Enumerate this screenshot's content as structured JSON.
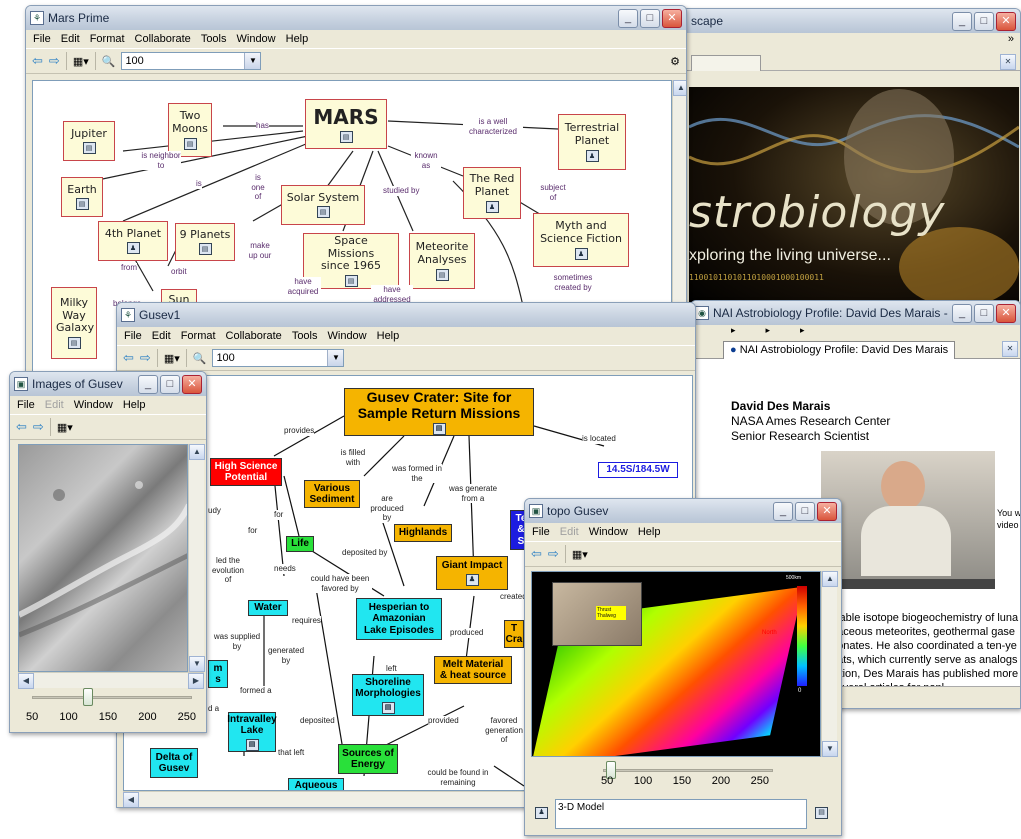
{
  "netscape": {
    "title": "scape",
    "banner_title": "strobiology",
    "banner_subtitle": "xploring the living universe...",
    "binary_text": "1100101101011010001000100011"
  },
  "mars": {
    "title": "Mars Prime",
    "menu": [
      "File",
      "Edit",
      "Format",
      "Collaborate",
      "Tools",
      "Window",
      "Help"
    ],
    "zoom": "100",
    "nodes": {
      "mars": "MARS",
      "jupiter": "Jupiter",
      "two_moons": "Two Moons",
      "terrestrial": "Terrestrial Planet",
      "earth": "Earth",
      "red_planet": "The Red Planet",
      "solar_system": "Solar System",
      "fourth_planet": "4th Planet",
      "nine_planets": "9 Planets",
      "space_missions": "Space Missions since 1965",
      "meteorite": "Meteorite Analyses",
      "myth": "Myth and Science Fiction",
      "milky_way": "Milky Way Galaxy",
      "sun": "Sun"
    },
    "links": {
      "has": "has",
      "is_well": "is a well characterized",
      "is_neighbor": "is neighbor to",
      "is": "is",
      "known_as": "known as",
      "is_one_of": "is one of",
      "studied_by": "studied by",
      "subject_of": "subject of",
      "orbit": "orbit",
      "make_up_our": "make up our",
      "from": "from",
      "have_acquired": "have acquired",
      "have_addressed": "have addressed",
      "sometimes_created_by": "sometimes created by",
      "belongs": "belongs"
    }
  },
  "gusev": {
    "title": "Gusev1",
    "menu": [
      "File",
      "Edit",
      "Format",
      "Collaborate",
      "Tools",
      "Window",
      "Help"
    ],
    "zoom": "100",
    "nodes": {
      "main": "Gusev Crater: Site for Sample Return Missions",
      "high_science": "High Science Potential",
      "coords": "14.5S/184.5W",
      "various_sediment": "Various Sediment",
      "highlands": "Highlands",
      "te": "Te & S",
      "life": "Life",
      "giant_impact": "Giant Impact",
      "water": "Water",
      "hesperian": "Hesperian to Amazonian Lake Episodes",
      "cra": "T Cra",
      "melt": "Melt Material & heat source",
      "shoreline": "Shoreline Morphologies",
      "m_s": "m s",
      "intravalley": "Intravalley Lake",
      "delta": "Delta of Gusev",
      "sources": "Sources of Energy",
      "aqueous": "Aqueous"
    },
    "links": {
      "provides": "provides",
      "is_filled_with": "is filled with",
      "was_formed_in": "was formed in the",
      "was_generate": "was generate from a",
      "is_located": "is located",
      "are_produced_by": "are produced by",
      "udy": "udy",
      "for1": "for",
      "for2": "for",
      "needs": "needs",
      "could_have_been": "could have been favored by",
      "deposited_by": "deposited by",
      "created": "created",
      "led_the": "led the evolution of",
      "requires": "requires",
      "produced": "produced",
      "was_supplied_by": "was supplied by",
      "generated_by": "generated by",
      "left": "left",
      "formed_a": "formed a",
      "d_a": "d a",
      "deposited": "deposited",
      "provided": "provided",
      "favored": "favored generation of",
      "that_left": "that left",
      "could_be_found": "could be found in remaining"
    }
  },
  "images": {
    "title": "Images of Gusev",
    "menu": [
      "File",
      "Edit",
      "Window",
      "Help"
    ],
    "disabled_menu": "Edit",
    "ticks": [
      "50",
      "100",
      "150",
      "200",
      "250"
    ],
    "slider_fraction": 0.34
  },
  "nai": {
    "title": "NAI Astrobiology Profile: David Des Marais - Ne...",
    "tab": "NAI Astrobiology Profile: David Des Marais",
    "name": "David Des Marais",
    "org": "NASA Ames Research Center",
    "role": "Senior Research Scientist",
    "video_side": "You w video",
    "body": [
      "stable isotope biogeochemistry of luna",
      "naceous meteorites, geothermal gase",
      "bonates. He also coordinated a ten-ye",
      "hats, which currently serve as analogs",
      "dition, Des Marais has published more",
      "several articles for nonl..."
    ]
  },
  "topo": {
    "title": "topo Gusev",
    "menu": [
      "File",
      "Edit",
      "Window",
      "Help"
    ],
    "disabled_menu": "Edit",
    "ticks": [
      "50",
      "100",
      "150",
      "200",
      "250"
    ],
    "slider_fraction": 0.02,
    "caption": "3-D Model",
    "scale_top": "500km",
    "scale_bottom": "0",
    "north": "North",
    "inset_label": "Thrust Thalweg"
  }
}
